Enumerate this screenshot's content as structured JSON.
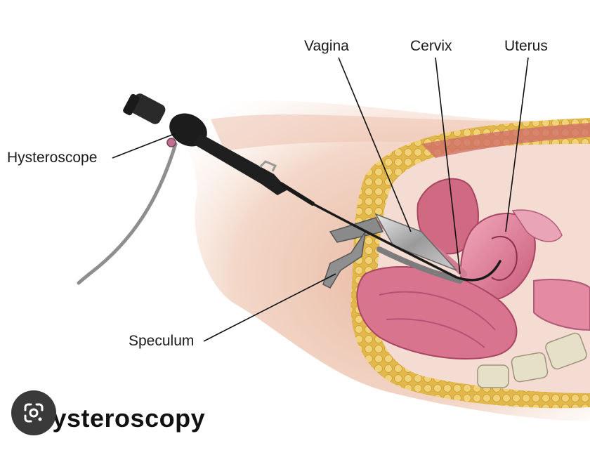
{
  "labels": {
    "vagina": "Vagina",
    "cervix": "Cervix",
    "uterus": "Uterus",
    "hysteroscope": "Hysteroscope",
    "speculum": "Speculum"
  },
  "title": "Hysteroscopy",
  "lens_icon": "google-lens-icon",
  "colors": {
    "skin": "#f2d9c9",
    "fat": "#e9c25a",
    "uterus": "#d97a92",
    "instrument": "#1c1c1c"
  }
}
